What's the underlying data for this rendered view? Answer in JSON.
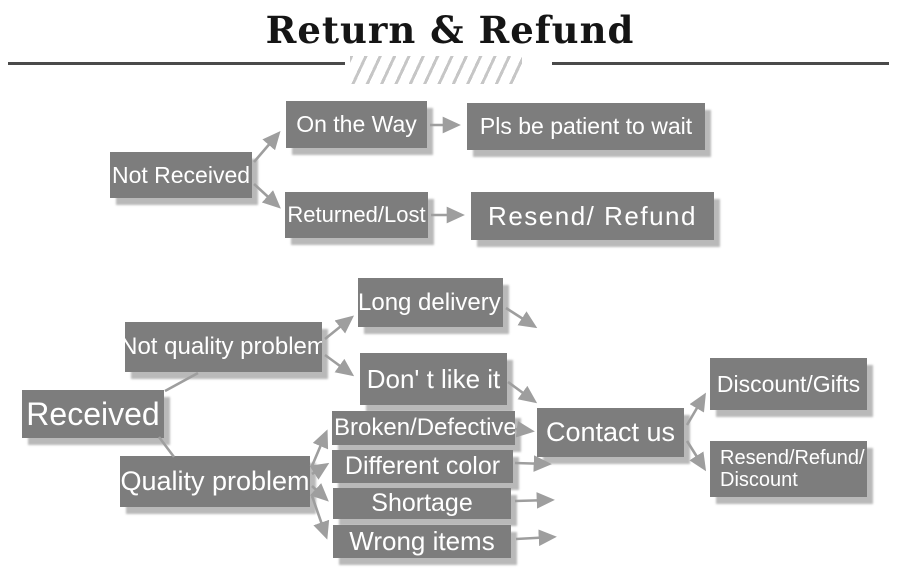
{
  "title": "Return & Refund",
  "diagram": {
    "nodes": {
      "not_received": "Not Received",
      "on_the_way": "On the Way",
      "pls_wait": "Pls be patient to wait",
      "returned_lost": "Returned/Lost",
      "resend_refund": "Resend/ Refund",
      "received": "Received",
      "not_quality_problem": "Not quality problem",
      "long_delivery": "Long delivery",
      "dont_like_it": "Don' t like it",
      "quality_problem": "Quality problem",
      "broken_defective": "Broken/Defective",
      "different_color": "Different color",
      "shortage": "Shortage",
      "wrong_items": "Wrong items",
      "contact_us": "Contact us",
      "discount_gifts": "Discount/Gifts",
      "resend_refund_discount_line1": "Resend/Refund/",
      "resend_refund_discount_line2": "Discount"
    },
    "colors": {
      "box_fill": "#7d7d7d",
      "box_text": "#ffffff",
      "box_shadow": "#b9b9b9",
      "arrow": "#9e9e9e",
      "title_text": "#151515",
      "divider": "#4a4a4a",
      "hatch": "#c6c6c6",
      "background": "#ffffff"
    }
  }
}
